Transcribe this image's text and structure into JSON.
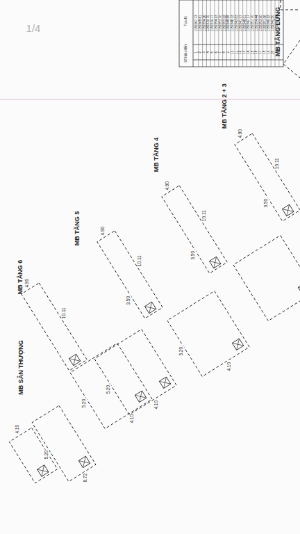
{
  "diagram": {
    "labels": [
      "1/4",
      "Số hiệu điểm",
      "Tọa độ",
      "1",
      "2",
      "3",
      "4",
      "5",
      "6",
      "7",
      "8",
      "9",
      "10",
      "11",
      "12",
      "13",
      "14",
      "15",
      "16",
      "17",
      "18",
      "19",
      "20",
      "1",
      "1182267.73",
      "1182268.61",
      "1182254.26",
      "1182239.70",
      "1182239.77",
      "1182254.23",
      "1182253.70",
      "1182253.92",
      "1182248.88",
      "1182246.33",
      "1182243.83",
      "1182241.77",
      "1182248.01",
      "1182247.17",
      "1182251.70",
      "1182254.44",
      "1182253.90",
      "1182251.06",
      "1182249.22",
      "1182247.50",
      "1182267.73",
      "MB SÂN THƯỢNG",
      "MB TẦNG 6",
      "MB TẦNG 5",
      "MB TẦNG 4",
      "MB TẦNG 2 + 3",
      "MB TẦNG LỬNG",
      "8.72",
      "5.20",
      "4.10",
      "4.90",
      "10.11",
      "5.20",
      "4.10",
      "4.90",
      "10.11",
      "5.20",
      "4.10",
      "3.50",
      "4.90",
      "10.11",
      "5.20",
      "4.10",
      "3.50",
      "4.90",
      "10.11",
      "3.50"
    ]
  }
}
